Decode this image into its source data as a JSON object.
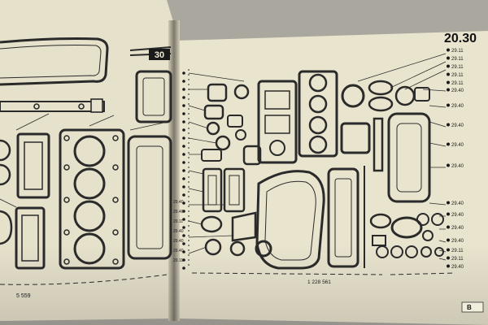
{
  "catalog": {
    "page_number": "20.30",
    "left_page_number_fragment": "30",
    "left_drawing_number": "5 559",
    "right_drawing_number": "1 228 561",
    "footer_tab": "B",
    "callouts": [
      "29.11",
      "29.11",
      "29.11",
      "29.11",
      "29.11",
      "29.40",
      "29.40",
      "29.40",
      "29.40",
      "29.40",
      "29.40",
      "29.40",
      "29.40",
      "29.40",
      "29.11",
      "29.11",
      "29.40",
      "29.40",
      "29.40",
      "29.11",
      "29.40",
      "29.40",
      "29.40",
      "29.11"
    ]
  }
}
